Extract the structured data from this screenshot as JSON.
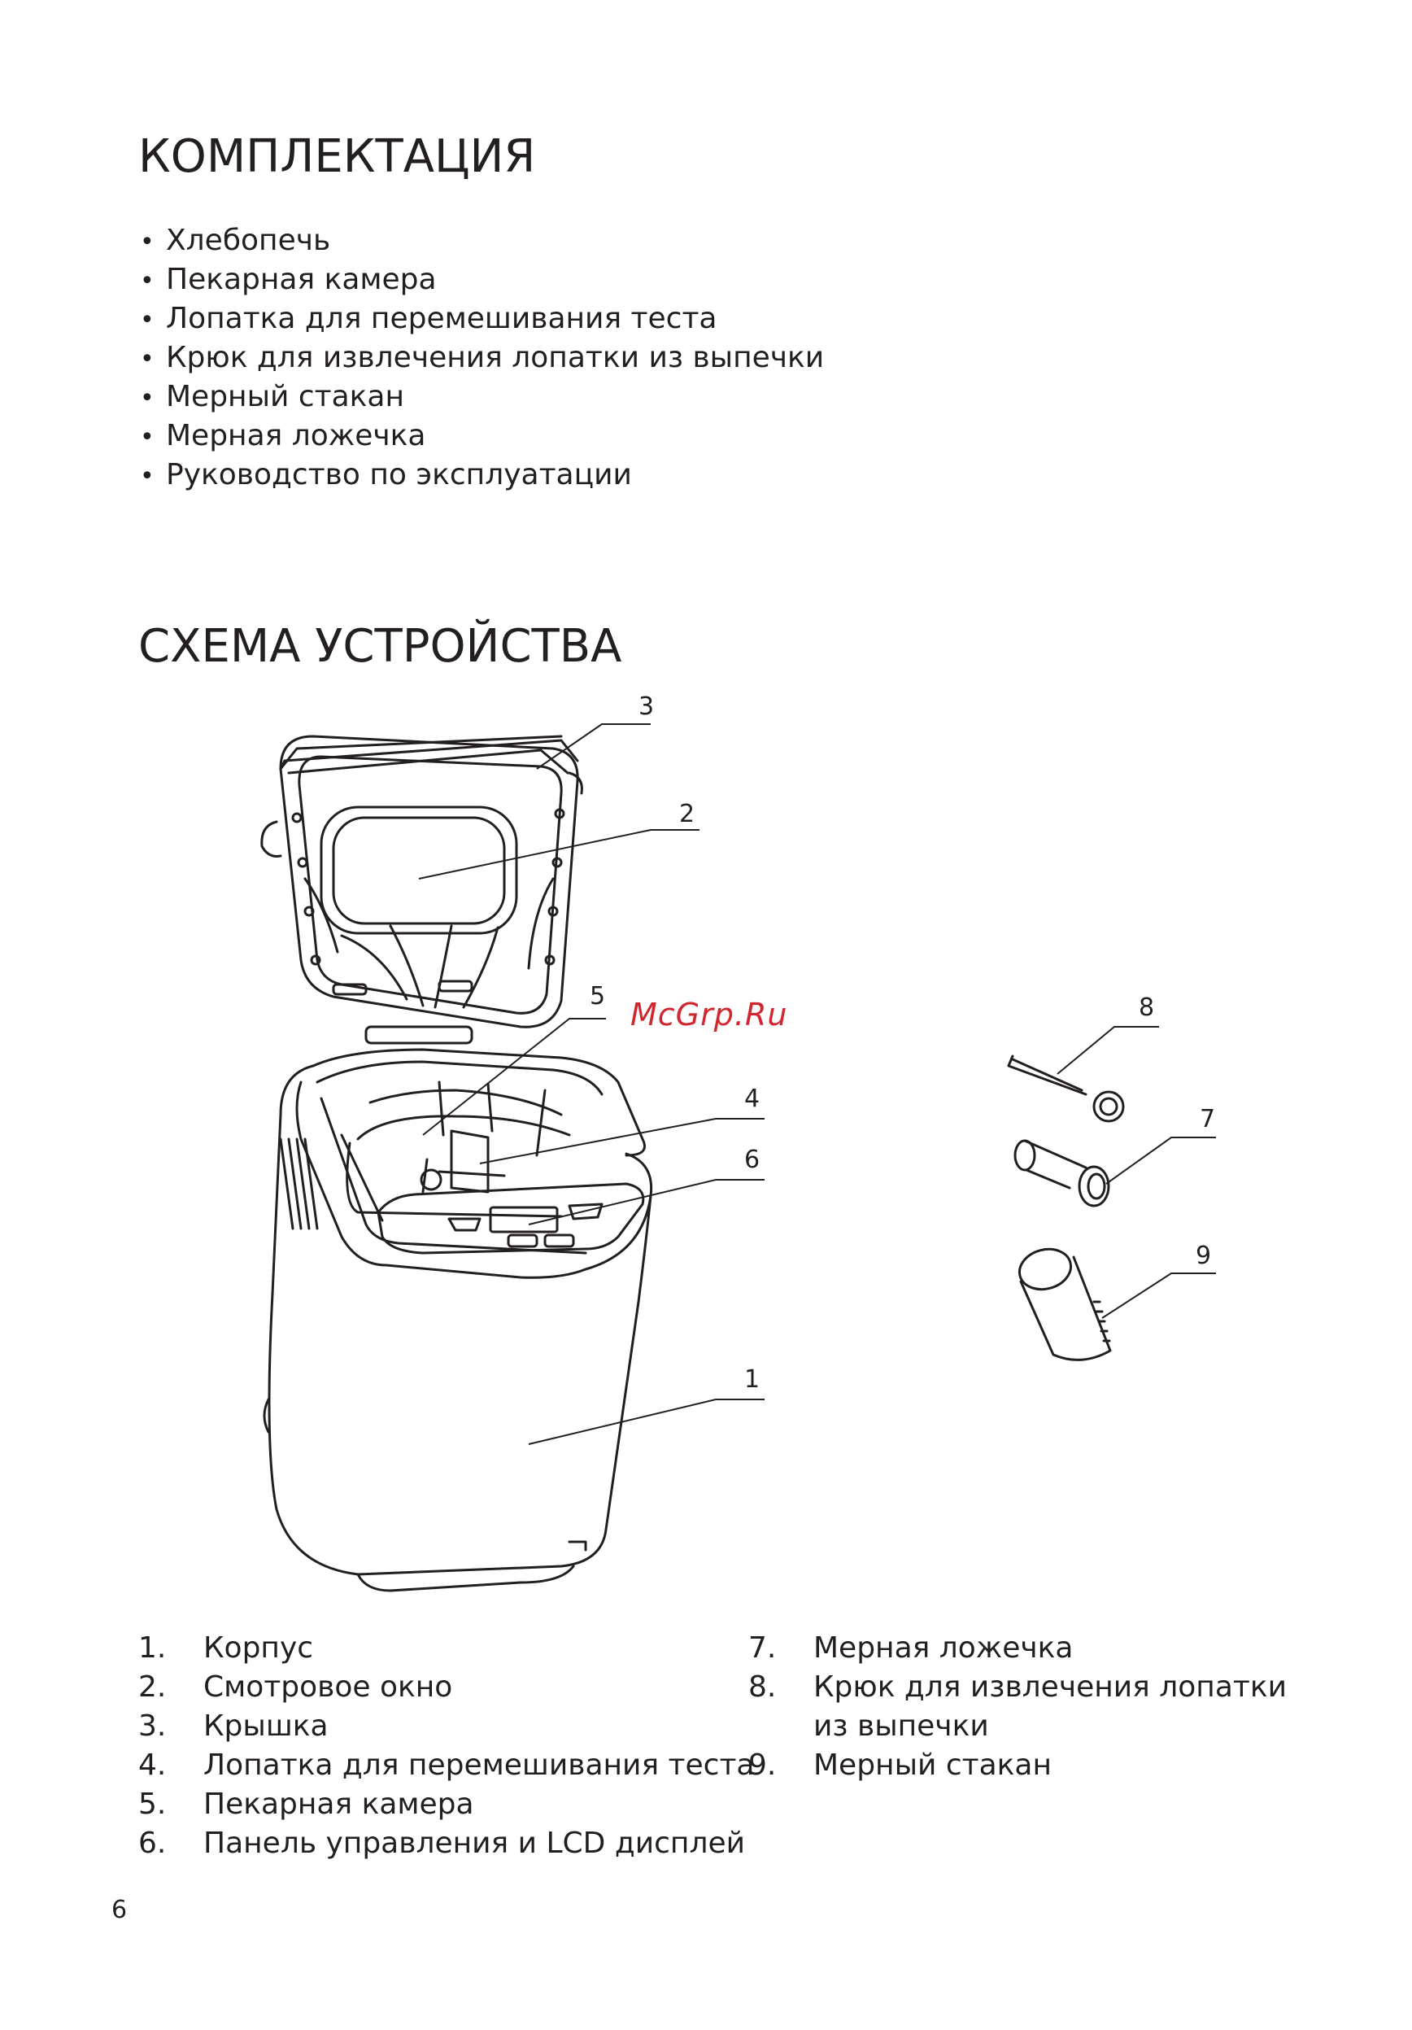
{
  "kit": {
    "title": "КОМПЛЕКТАЦИЯ",
    "items": [
      "Хлебопечь",
      "Пекарная камера",
      "Лопатка для перемешивания теста",
      "Крюк для извлечения лопатки из выпечки",
      "Мерный стакан",
      "Мерная ложечка",
      "Руководство по эксплуатации"
    ]
  },
  "scheme": {
    "title": "СХЕМА УСТРОЙСТВА",
    "callouts": [
      "1",
      "2",
      "3",
      "4",
      "5",
      "6",
      "7",
      "8",
      "9"
    ],
    "watermark": "McGrp.Ru",
    "parts_left": [
      {
        "num": "1.",
        "text": "Корпус"
      },
      {
        "num": "2.",
        "text": "Смотровое окно"
      },
      {
        "num": "3.",
        "text": "Крышка"
      },
      {
        "num": "4.",
        "text": "Лопатка для перемешивания теста"
      },
      {
        "num": "5.",
        "text": "Пекарная камера"
      },
      {
        "num": "6.",
        "text": "Панель управления и LCD дисплей"
      }
    ],
    "parts_right": [
      {
        "num": "7.",
        "text": "Мерная ложечка"
      },
      {
        "num": "8.",
        "text": "Крюк для извлечения лопатки из выпечки"
      },
      {
        "num": "9.",
        "text": "Мерный стакан"
      }
    ]
  },
  "page_number": "6"
}
